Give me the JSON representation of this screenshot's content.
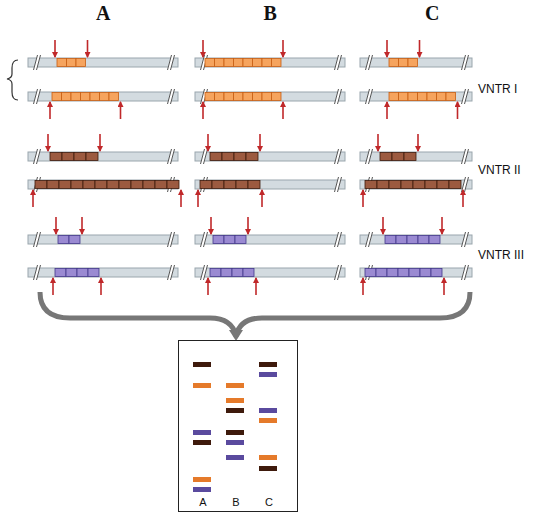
{
  "diagram": {
    "nodes": [
      {
        "text": [
          "A",
          "B",
          "C"
        ]
      }
    ],
    "labels": [
      "A",
      "B",
      "C",
      "VNTR I",
      "VNTR II",
      "VNTR III"
    ]
  }
}
